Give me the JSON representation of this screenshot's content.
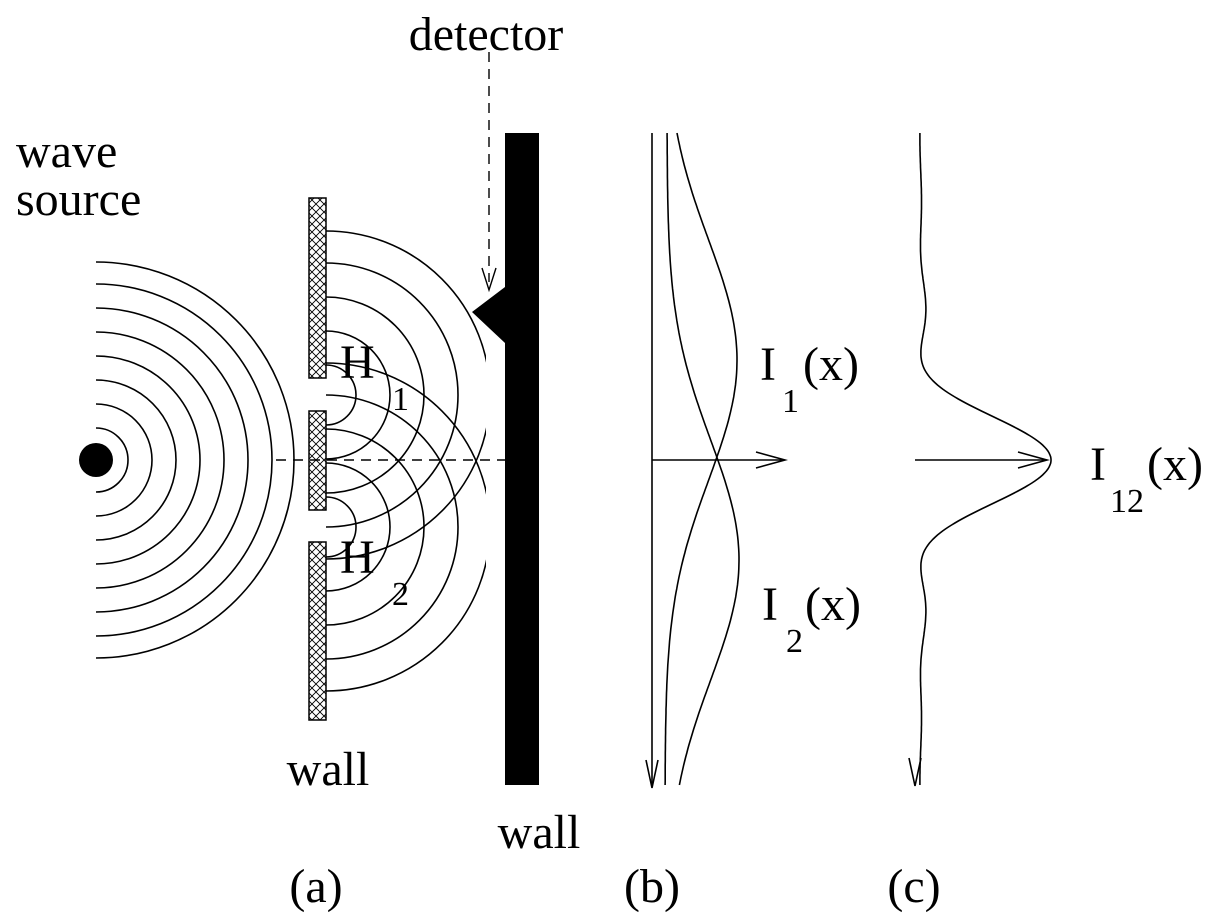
{
  "labels": {
    "detector": "detector",
    "wave_line1": "wave",
    "wave_line2": "source",
    "hole1_letter": "H",
    "hole1_sub": "1",
    "hole2_letter": "H",
    "hole2_sub": "2",
    "wall_left": "wall",
    "wall_right": "wall",
    "panel_a": "(a)",
    "panel_b": "(b)",
    "panel_c": "(c)",
    "i1_letter": "I",
    "i1_sub": "1",
    "i1_arg": "(x)",
    "i2_letter": "I",
    "i2_sub": "2",
    "i2_arg": "(x)",
    "i12_letter": "I",
    "i12_sub": "12",
    "i12_arg": "(x)"
  },
  "colors": {
    "ink": "#000000",
    "background": "#ffffff"
  }
}
